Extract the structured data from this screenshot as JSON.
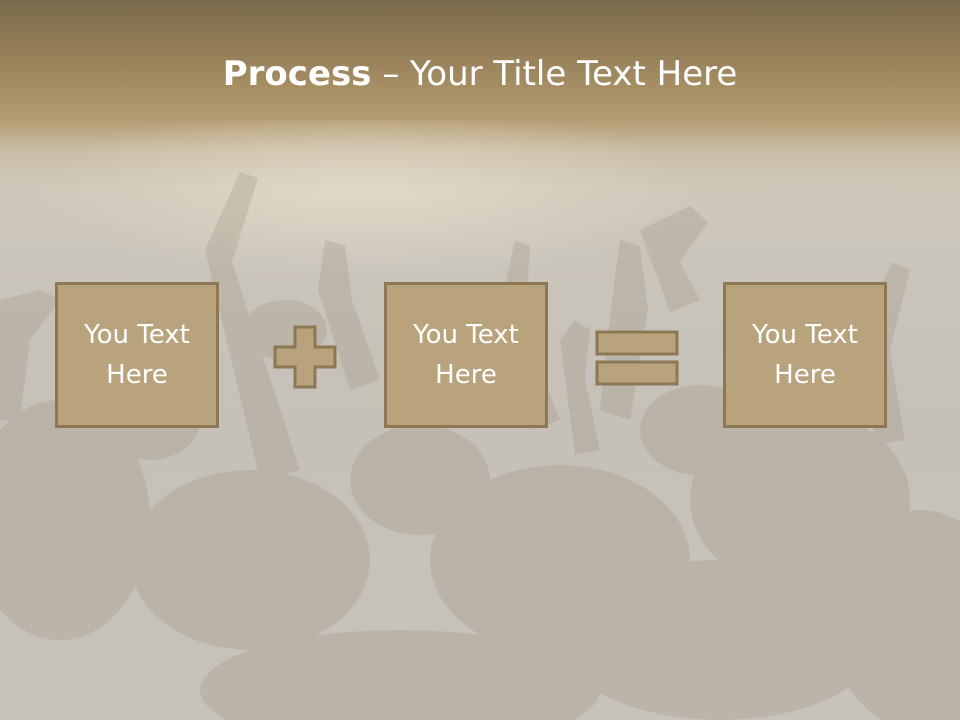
{
  "slide": {
    "title_bold": "Process",
    "title_rest": " – Your Title Text Here",
    "boxes": [
      {
        "line1": "You Text",
        "line2": "Here"
      },
      {
        "line1": "You Text",
        "line2": "Here"
      },
      {
        "line1": "You Text",
        "line2": "Here"
      }
    ],
    "operators": [
      "plus-icon",
      "equals-icon"
    ]
  },
  "colors": {
    "box_fill": "#b8a37c",
    "box_border": "#8d7754",
    "header": "#8f7a55",
    "text": "#ffffff"
  }
}
